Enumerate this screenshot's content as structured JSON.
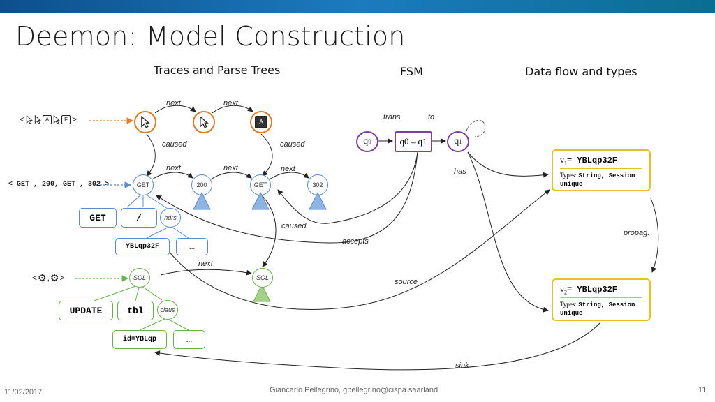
{
  "slide": {
    "title": "Deemon: Model Construction",
    "date": "11/02/2017",
    "author": "Giancarlo Pellegrino, gpellegrino@cispa.saarland",
    "page": "11"
  },
  "columns": {
    "traces": "Traces and Parse Trees",
    "fsm": "FSM",
    "dataflow": "Data flow and types"
  },
  "edges": {
    "next": "next",
    "caused": "caused",
    "trans": "trans",
    "to": "to",
    "has": "has",
    "accepts": "accepts",
    "source": "source",
    "propag": "propag.",
    "sink": "sink"
  },
  "http_trace": {
    "text": "< GET , 200, GET , 302 >"
  },
  "nodes": {
    "get1": "GET",
    "status200": "200",
    "get2": "GET",
    "status302": "302",
    "get_box": "GET",
    "slash_box": "/",
    "hdrs": "hdrs",
    "yblq_box": "YBLqp32F",
    "ellipsis1": "…",
    "sql1": "SQL",
    "sql2": "SQL",
    "update_box": "UPDATE",
    "tbl_box": "tbl",
    "claus": "claus",
    "id_box": "id=YBLqp",
    "ellipsis2": "…",
    "key_a": "A",
    "key_f": "F"
  },
  "fsm": {
    "q0": "q",
    "q0_sub": "0",
    "trans_state": "q0→q1",
    "q1": "q",
    "q1_sub": "1"
  },
  "vars": {
    "v1_name": "v",
    "v1_sub": "1",
    "v1_value": "= YBLqp32F",
    "v1_types_label": "Types:",
    "v1_types": "String, Session unique",
    "v2_name": "v",
    "v2_sub": "2",
    "v2_value": "= YBLqp32F",
    "v2_types_label": "Types:",
    "v2_types": "String, Session unique"
  },
  "colors": {
    "ui_event": "#e07b2a",
    "http": "#5b8ccc",
    "sql": "#6ab04c",
    "fsm": "#7b3f9e",
    "dataflow": "#e6c02a"
  }
}
